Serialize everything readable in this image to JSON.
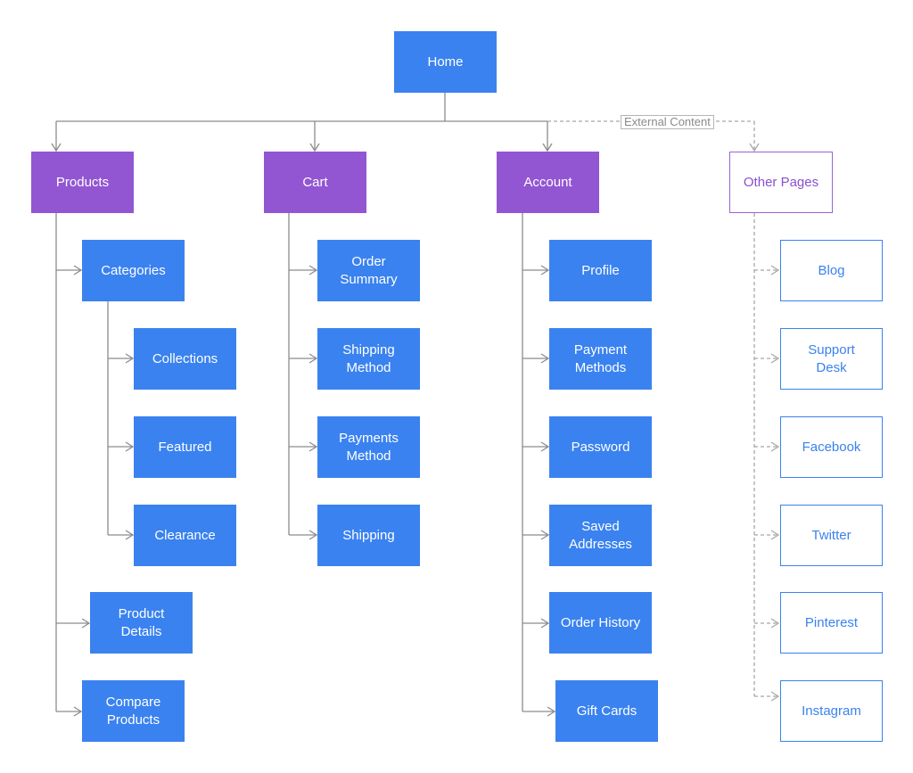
{
  "colors": {
    "node_blue": "#3a82f0",
    "node_purple": "#9256d2",
    "outline_purple": "#9a62d6",
    "connector": "#8c8c8c",
    "external_connector": "#a8a8a8"
  },
  "root": {
    "label": "Home"
  },
  "external_label": "External Content",
  "columns": [
    {
      "label": "Products",
      "style": "purple",
      "children": [
        {
          "label": "Categories",
          "children": [
            {
              "label": "Collections"
            },
            {
              "label": "Featured"
            },
            {
              "label": "Clearance"
            }
          ]
        },
        {
          "label": "Product\nDetails"
        },
        {
          "label": "Compare\nProducts"
        }
      ]
    },
    {
      "label": "Cart",
      "style": "purple",
      "children": [
        {
          "label": "Order\nSummary"
        },
        {
          "label": "Shipping\nMethod"
        },
        {
          "label": "Payments\nMethod"
        },
        {
          "label": "Shipping"
        }
      ]
    },
    {
      "label": "Account",
      "style": "purple",
      "children": [
        {
          "label": "Profile"
        },
        {
          "label": "Payment\nMethods"
        },
        {
          "label": "Password"
        },
        {
          "label": "Saved\nAddresses"
        },
        {
          "label": "Order History"
        },
        {
          "label": "Gift Cards"
        }
      ]
    },
    {
      "label": "Other Pages",
      "style": "outline",
      "external": true,
      "children": [
        {
          "label": "Blog"
        },
        {
          "label": "Support\nDesk"
        },
        {
          "label": "Facebook"
        },
        {
          "label": "Twitter"
        },
        {
          "label": "Pinterest"
        },
        {
          "label": "Instagram"
        }
      ]
    }
  ]
}
